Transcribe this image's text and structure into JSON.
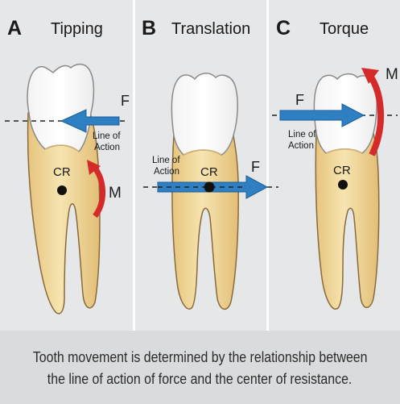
{
  "panels": [
    {
      "letter": "A",
      "title": "Tipping",
      "force_label": "F",
      "line_label_1": "Line of",
      "line_label_2": "Action",
      "cr_label": "CR",
      "moment_label": "M"
    },
    {
      "letter": "B",
      "title": "Translation",
      "force_label": "F",
      "line_label_1": "Line of",
      "line_label_2": "Action",
      "cr_label": "CR"
    },
    {
      "letter": "C",
      "title": "Torque",
      "force_label": "F",
      "line_label_1": "Line of",
      "line_label_2": "Action",
      "cr_label": "CR",
      "moment_label": "M"
    }
  ],
  "caption": {
    "line1": "Tooth movement is determined by the relationship between",
    "line2": "the line of action of force and the center of resistance."
  },
  "colors": {
    "panel_bg": "#e6e7e9",
    "caption_bg": "#d9dbdd",
    "crown": "#ffffff",
    "root": "#f3dfa6",
    "force_arrow": "#2f7fc3",
    "moment_arrow": "#d42a2a"
  }
}
